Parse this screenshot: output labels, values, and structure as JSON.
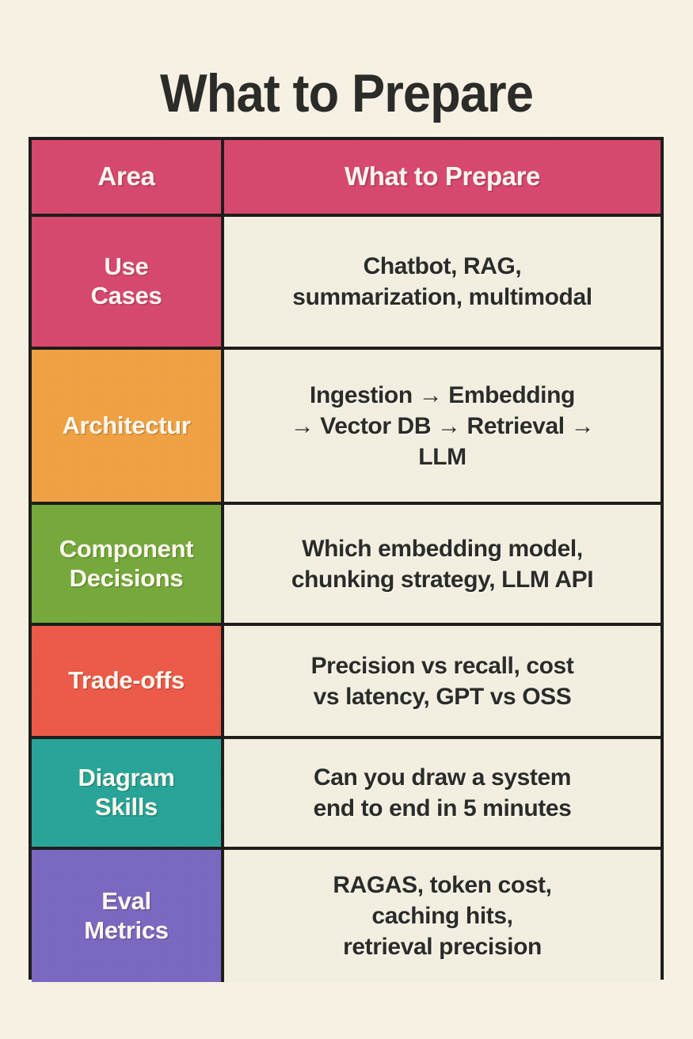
{
  "page": {
    "title": "What to Prepare",
    "background_color": "#f7f1e4",
    "border_color": "#1e1d1b",
    "cell_background": "#f2eee0",
    "body_text_color": "#2b2b28",
    "header_text_color": "#fdf6ec"
  },
  "table": {
    "header": {
      "area_label": "Area",
      "prepare_label": "What to Prepare",
      "background_color": "#d6496d"
    },
    "rows": [
      {
        "area": "Use\nCases",
        "prepare": "Chatbot, RAG,\nsummarization, multimodal",
        "color": "#d6496d"
      },
      {
        "area": "Architectur",
        "prepare": "Ingestion → Embedding\n→ Vector DB → Retrieval →\nLLM",
        "color": "#efa143"
      },
      {
        "area": "Component\nDecisions",
        "prepare": "Which embedding model,\nchunking strategy, LLM API",
        "color": "#76a93c"
      },
      {
        "area": "Trade-offs",
        "prepare": "Precision vs recall, cost\nvs latency, GPT vs OSS",
        "color": "#ec5a49"
      },
      {
        "area": "Diagram\nSkills",
        "prepare": "Can you draw a system\nend to end in 5 minutes",
        "color": "#29a498"
      },
      {
        "area": "Eval\nMetrics",
        "prepare": "RAGAS, token cost,\ncaching hits,\nretrieval precision",
        "color": "#7b68c0"
      }
    ]
  }
}
